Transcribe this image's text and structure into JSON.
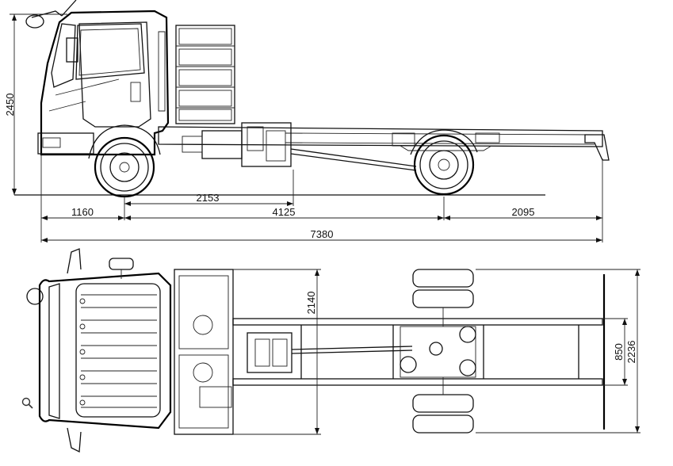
{
  "drawing": {
    "dimensions": {
      "height": "2450",
      "cab_to_rear": "2153",
      "front_overhang": "1160",
      "wheelbase": "4125",
      "rear_overhang": "2095",
      "overall_length": "7380",
      "cab_depth": "2140",
      "frame_width": "850",
      "overall_width": "2236"
    }
  },
  "icons": {
    "zoom": "magnifier-icon"
  },
  "colors": {
    "line": "#111111",
    "background": "#ffffff"
  }
}
